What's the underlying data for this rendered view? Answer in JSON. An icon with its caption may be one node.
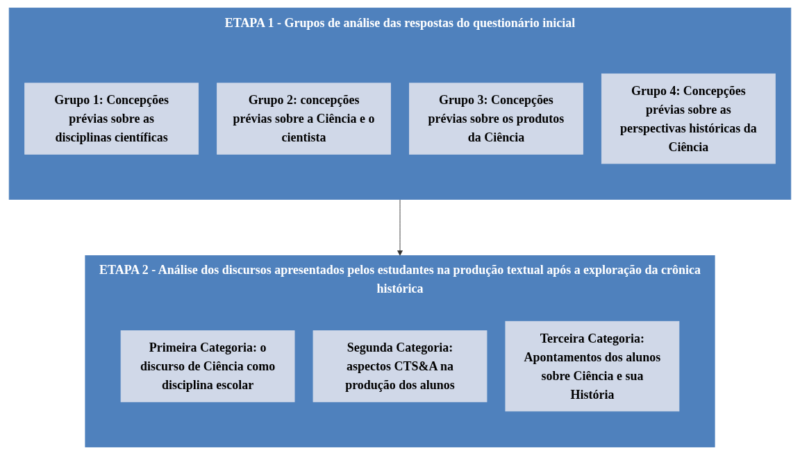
{
  "diagram": {
    "nodes": [
      {
        "text": [
          "ETAPA 1 - Grupos de análise das respostas do questionário inicial"
        ]
      },
      {
        "text": [
          "Grupo 1: Concepções prévias sobre as disciplinas científicas"
        ],
        "in": 0
      },
      {
        "text": [
          "Grupo 2: concepções prévias sobre a Ciência e o cientista"
        ],
        "in": 0
      },
      {
        "text": [
          "Grupo 3: Concepções prévias sobre os produtos da Ciência"
        ],
        "in": 0
      },
      {
        "text": [
          "Grupo 4: Concepções prévias sobre as perspectivas históricas da Ciência"
        ],
        "in": 0
      },
      {
        "text": [
          "ETAPA 2 - Análise dos discursos apresentados pelos estudantes na produção textual após a exploração da crônica histórica"
        ]
      },
      {
        "text": [
          "Primeira Categoria: o discurso de Ciência como disciplina escolar"
        ],
        "in": 5
      },
      {
        "text": [
          "Segunda Categoria: aspectos CTS&A na produção dos alunos"
        ],
        "in": 5
      },
      {
        "text": [
          "Terceira Categoria: Apontamentos dos alunos sobre Ciência e sua História"
        ],
        "in": 5
      }
    ],
    "edges": [
      {
        "from": 0,
        "to": 5,
        "arrow": "to"
      }
    ]
  }
}
